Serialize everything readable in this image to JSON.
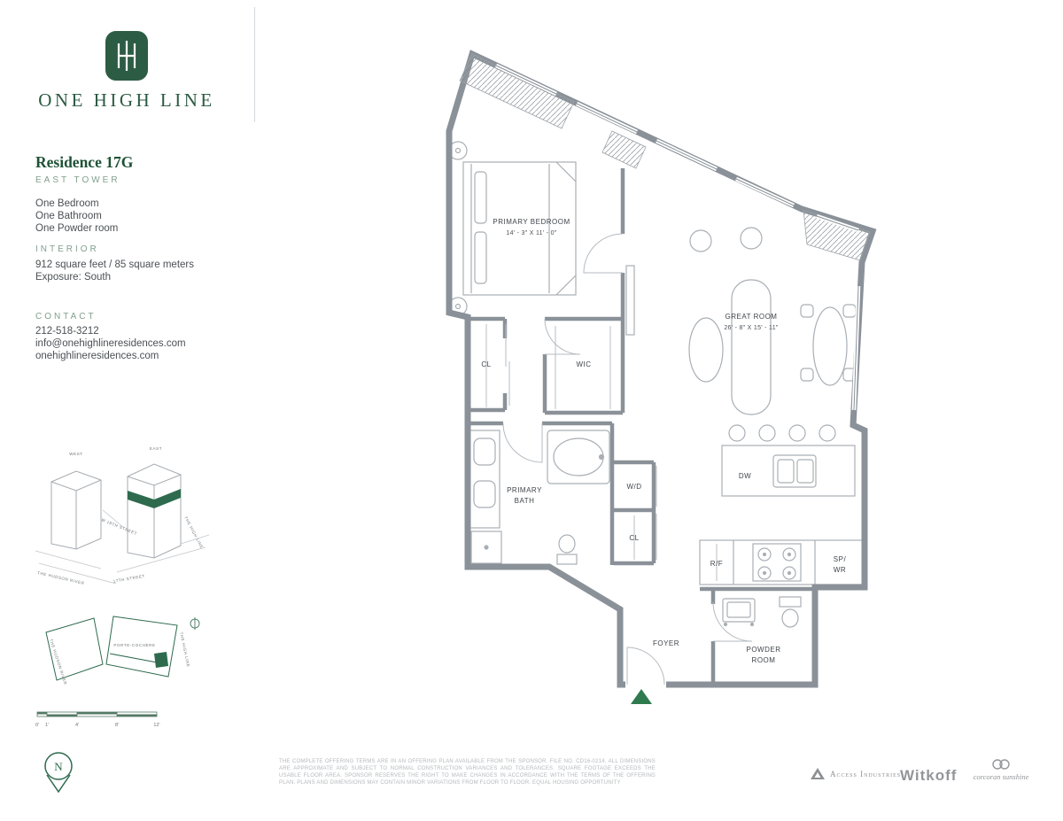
{
  "brand": {
    "monogram": "H",
    "name": "ONE HIGH LINE"
  },
  "residence": {
    "title": "Residence 17G",
    "tower": "EAST TOWER",
    "features": [
      "One Bedroom",
      "One Bathroom",
      "One Powder room"
    ],
    "interior_label": "INTERIOR",
    "area": "912 square feet / 85 square meters",
    "exposure": "Exposure: South"
  },
  "contact": {
    "label": "CONTACT",
    "phone": "212-518-3212",
    "email": "info@onehighlineresidences.com",
    "website": "onehighlineresidences.com"
  },
  "building_diagram": {
    "west": "WEST",
    "east": "EAST",
    "streets": {
      "eighteenth": "W 18TH STREET",
      "highline": "THE HIGH LINE",
      "hudson": "THE HUDSON RIVER",
      "seventeenth": "17TH STREET"
    }
  },
  "site_plan": {
    "hudson": "THE HUDSON RIVER",
    "porte": "PORTE-COCHÈRE",
    "highline": "THE HIGH LINE"
  },
  "scale_bar": {
    "t0": "0'",
    "t1": "1'",
    "t4": "4'",
    "t8": "8'",
    "t12": "12'"
  },
  "north_label": "N",
  "floorplan": {
    "labels": {
      "primary_bedroom": "PRIMARY BEDROOM",
      "primary_bedroom_dims": "14' - 3\" X 11' - 0\"",
      "great_room": "GREAT ROOM",
      "great_room_dims": "26' - 8\" X 15' - 11\"",
      "closet_1": "CL",
      "wic": "WIC",
      "primary_bath_line1": "PRIMARY",
      "primary_bath_line2": "BATH",
      "washer_dryer": "W/D",
      "closet_2": "CL",
      "foyer": "FOYER",
      "powder_line1": "POWDER",
      "powder_line2": "ROOM",
      "dishwasher": "DW",
      "fridge": "R/F",
      "sp_line1": "SP/",
      "sp_line2": "WR"
    }
  },
  "footer": {
    "disclaimer": "THE COMPLETE OFFERING TERMS ARE IN AN OFFERING PLAN AVAILABLE FROM THE SPONSOR. FILE NO. CD16-0214. ALL DIMENSIONS ARE APPROXIMATE AND SUBJECT TO NORMAL CONSTRUCTION VARIANCES AND TOLERANCES. SQUARE FOOTAGE EXCEEDS THE USABLE FLOOR AREA. SPONSOR RESERVES THE RIGHT TO MAKE CHANGES IN ACCORDANCE WITH THE TERMS OF THE OFFERING PLAN. PLANS AND DIMENSIONS MAY CONTAIN MINOR VARIATIONS FROM FLOOR TO FLOOR. EQUAL HOUSING OPPORTUNITY",
    "access": "Access Industries",
    "witkoff": "Witkoff",
    "corcoran": "corcoran sunshine"
  }
}
